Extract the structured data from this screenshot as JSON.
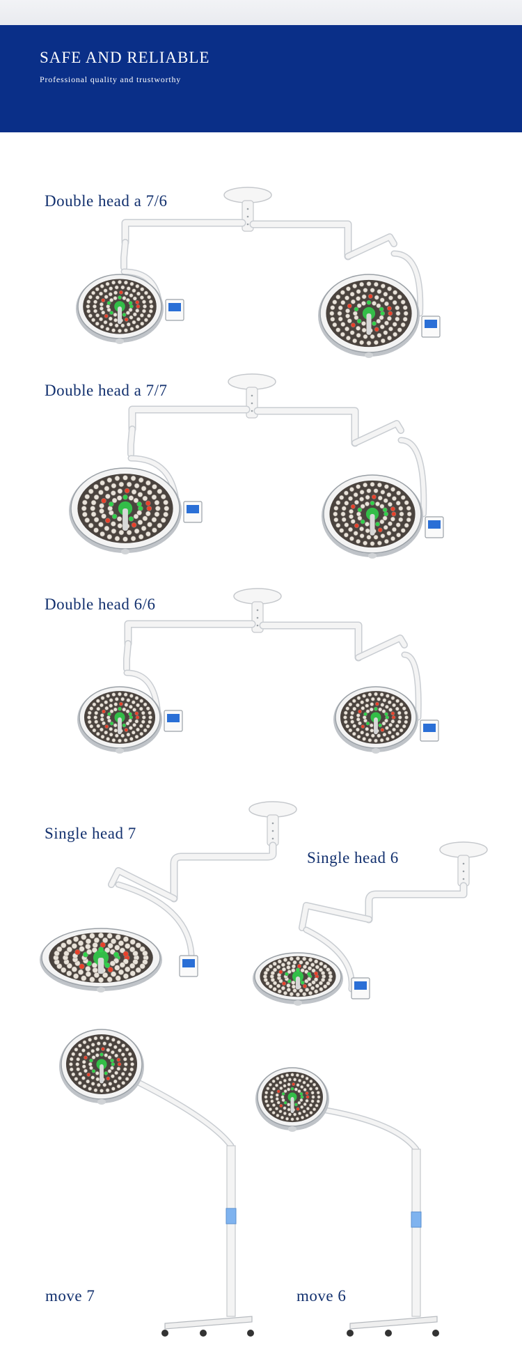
{
  "banner": {
    "title": "SAFE AND RELIABLE",
    "subtitle": "Professional quality and trustworthy",
    "color": "#0a2f88"
  },
  "products": [
    {
      "label": "Double head a 7/6",
      "type": "double"
    },
    {
      "label": "Double head a 7/7",
      "type": "double"
    },
    {
      "label": "Double head 6/6",
      "type": "double"
    },
    {
      "label": "Single head 7",
      "type": "single"
    },
    {
      "label": "Single head 6",
      "type": "single"
    },
    {
      "label": "move 7",
      "type": "mobile"
    },
    {
      "label": "move 6",
      "type": "mobile"
    }
  ],
  "colors": {
    "label_text": "#12306e",
    "arm": "#f4f4f4",
    "lamp_face": "#4a433e",
    "led_green": "#2fd24a",
    "led_red": "#e8412b",
    "screen_blue": "#2a6fd6"
  }
}
